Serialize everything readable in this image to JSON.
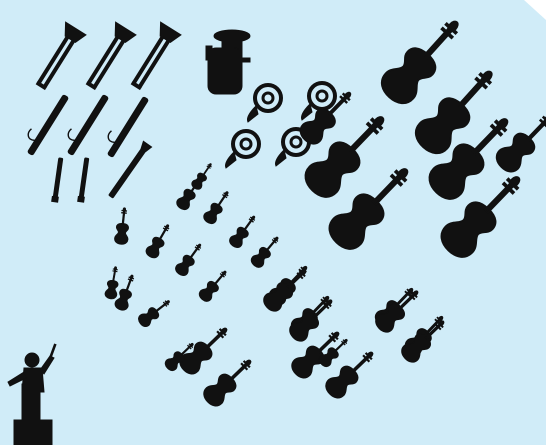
{
  "background_color": "#d0ecf8",
  "corner_color": "#ffffff",
  "silhouette_color": "#111111",
  "sections": [
    {
      "id": "trombones",
      "icon": "trombone-icon",
      "count": 3
    },
    {
      "id": "bassoons",
      "icon": "bassoon-icon",
      "count": 3
    },
    {
      "id": "oboes",
      "icon": "oboe-icon",
      "count": 2
    },
    {
      "id": "clarinet",
      "icon": "clarinet-icon",
      "count": 1
    },
    {
      "id": "tuba",
      "icon": "tuba-icon",
      "count": 1
    },
    {
      "id": "french-horns",
      "icon": "french-horn-icon",
      "count": 4
    },
    {
      "id": "double-basses",
      "icon": "double-bass-icon",
      "count": 8
    },
    {
      "id": "violins",
      "icon": "violin-icon",
      "count": 12
    },
    {
      "id": "violas",
      "icon": "viola-icon",
      "count": 4
    },
    {
      "id": "cellos",
      "icon": "cello-icon",
      "count": 10
    },
    {
      "id": "conductor",
      "icon": "conductor-icon",
      "count": 1
    }
  ]
}
